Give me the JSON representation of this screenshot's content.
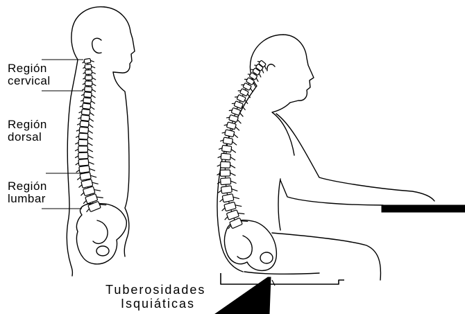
{
  "labels": {
    "cervical": [
      "Región",
      "cervical"
    ],
    "dorsal": [
      "Región",
      "dorsal"
    ],
    "lumbar": [
      "Región",
      "lumbar"
    ],
    "tuberosidades": [
      "Tuberosidades",
      "Isquiáticas"
    ]
  },
  "colors": {
    "ink": "#000000",
    "background": "#ffffff"
  }
}
